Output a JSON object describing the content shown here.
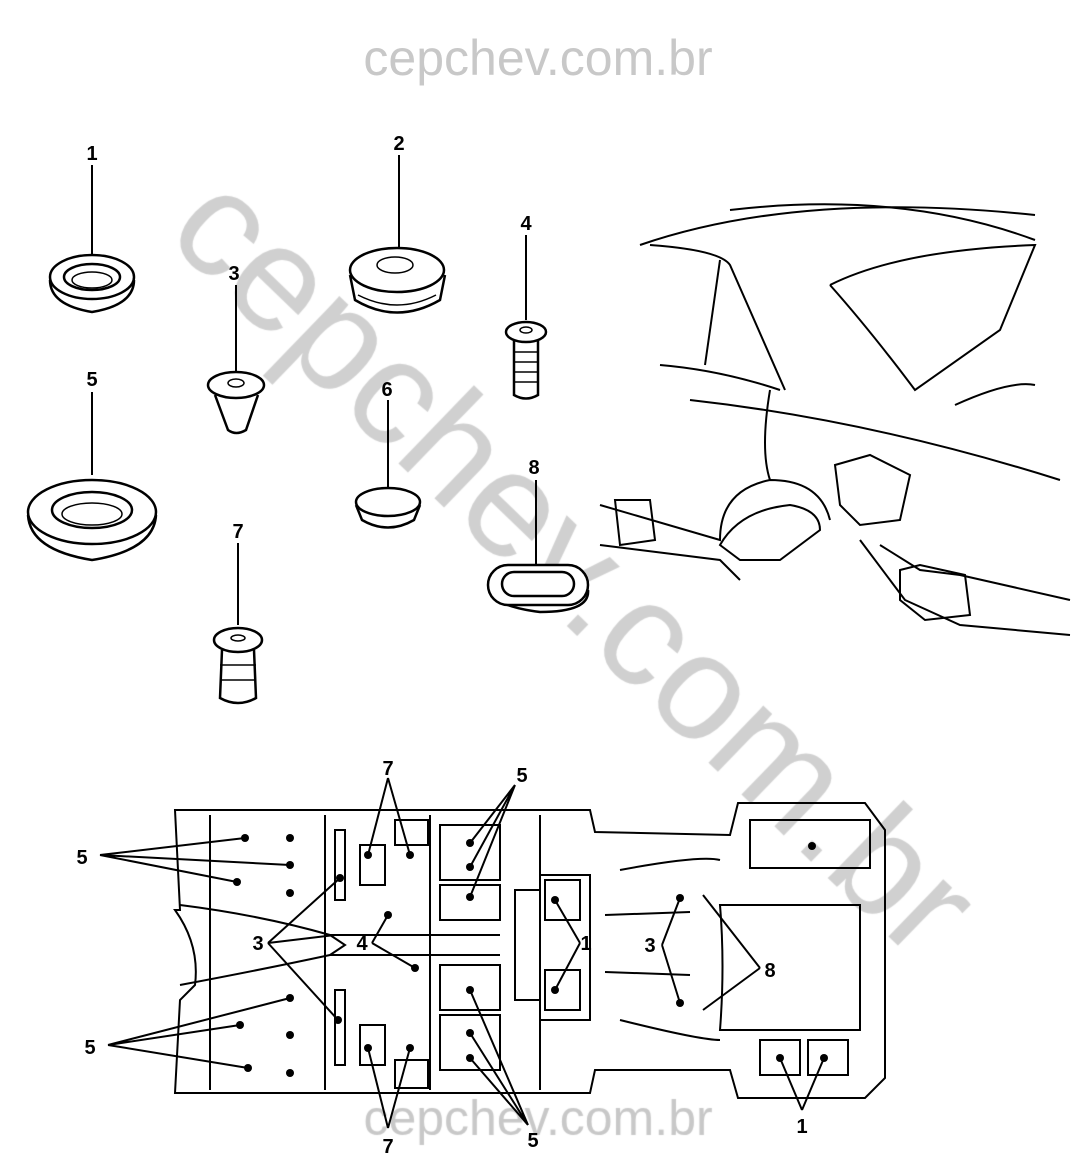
{
  "watermark": {
    "top": "cepchev.com.br",
    "diagonal": "cepchev.com.br",
    "bottom": "cepchev.com.br"
  },
  "parts": {
    "p1": "1",
    "p2": "2",
    "p3": "3",
    "p4": "4",
    "p5": "5",
    "p6": "6",
    "p7": "7",
    "p8": "8"
  },
  "floor_labels": {
    "left_upper_5": "5",
    "left_3": "3",
    "left_lower_5": "5",
    "top_7": "7",
    "top_5": "5",
    "center_4": "4",
    "center_1": "1",
    "rear_3": "3",
    "rear_8": "8",
    "bottom_7": "7",
    "bottom_5": "5",
    "rear_1": "1"
  }
}
